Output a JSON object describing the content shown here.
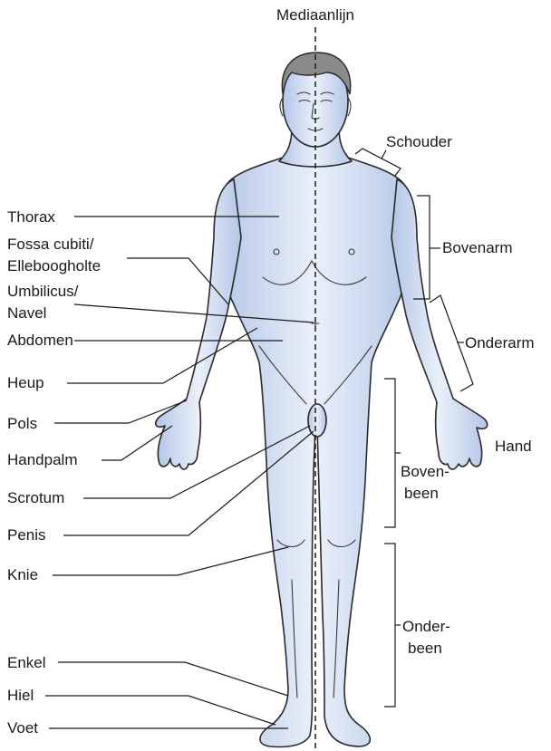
{
  "figure": {
    "midline_label": "Mediaanlijn",
    "colors": {
      "skin_light": "#eef3fb",
      "skin_mid": "#c9d7ef",
      "skin_dark": "#a9bde2",
      "line": "#1a1a1a"
    },
    "left_labels": {
      "thorax": "Thorax",
      "fossa_1": "Fossa cubiti/",
      "fossa_2": "Elleboogholte",
      "umbilicus_1": "Umbilicus/",
      "umbilicus_2": "Navel",
      "abdomen": "Abdomen",
      "heup": "Heup",
      "pols": "Pols",
      "handpalm": "Handpalm",
      "scrotum": "Scrotum",
      "penis": "Penis",
      "knie": "Knie",
      "enkel": "Enkel",
      "hiel": "Hiel",
      "voet": "Voet"
    },
    "right_labels": {
      "schouder": "Schouder",
      "bovenarm": "Bovenarm",
      "onderarm": "Onderarm",
      "hand": "Hand",
      "bovenbeen_1": "Boven-",
      "bovenbeen_2": "been",
      "onderbeen_1": "Onder-",
      "onderbeen_2": "been"
    }
  }
}
